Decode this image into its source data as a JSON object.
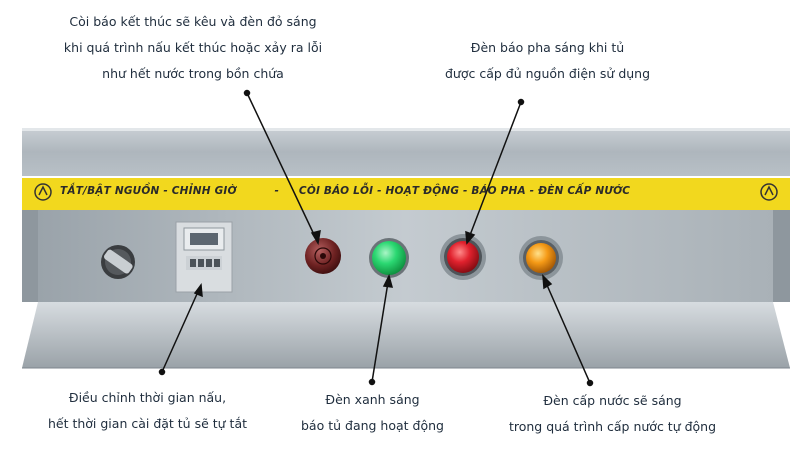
{
  "annotations": {
    "buzzer_note": [
      "Còi báo kết thúc sẽ kêu và đèn đỏ sáng",
      "khi quá trình nấu kết thúc hoặc xảy ra lỗi",
      "như hết nước trong bồn chứa"
    ],
    "phase_note": [
      "Đèn báo pha sáng khi tủ",
      "được cấp đủ nguồn điện sử dụng"
    ],
    "timer_note": [
      "Điều chỉnh thời gian nấu,",
      "hết thời gian cài đặt tủ sẽ tự tắt"
    ],
    "green_note": [
      "Đèn xanh sáng",
      "báo tủ đang hoạt động"
    ],
    "water_note": [
      "Đèn cấp nước sẽ sáng",
      "trong quá trình cấp nước tự động"
    ]
  },
  "panel": {
    "banner_left": "TẮT/BẬT NGUỒN - CHỈNH GIỜ",
    "banner_sep": "-",
    "banner_right": "CÒI BÁO LỖI - HOẠT ĐỘNG - BÁO PHA - ĐÈN CẤP NƯỚC",
    "banner_color": "#f2d81e"
  },
  "indicators": {
    "buzzer_color": "#7a2a2a",
    "green_color": "#1fd36a",
    "red_color": "#d81f2a",
    "amber_color": "#f59a16"
  },
  "icons": [
    "power-switch-icon",
    "timer-icon",
    "buzzer-icon",
    "green-light-icon",
    "red-light-icon",
    "amber-light-icon",
    "brand-logo-icon"
  ]
}
